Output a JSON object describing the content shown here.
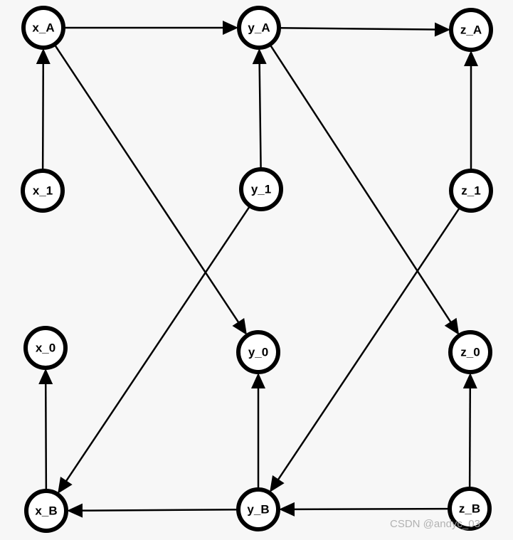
{
  "colors": {
    "background": "#f7f7f7",
    "stroke": "#000000",
    "node_fill": "#ffffff"
  },
  "nodes": [
    {
      "id": "x_A",
      "label": "x_A"
    },
    {
      "id": "y_A",
      "label": "y_A"
    },
    {
      "id": "z_A",
      "label": "z_A"
    },
    {
      "id": "x_1",
      "label": "x_1"
    },
    {
      "id": "y_1",
      "label": "y_1"
    },
    {
      "id": "z_1",
      "label": "z_1"
    },
    {
      "id": "x_0",
      "label": "x_0"
    },
    {
      "id": "y_0",
      "label": "y_0"
    },
    {
      "id": "z_0",
      "label": "z_0"
    },
    {
      "id": "x_B",
      "label": "x_B"
    },
    {
      "id": "y_B",
      "label": "y_B"
    },
    {
      "id": "z_B",
      "label": "z_B"
    }
  ],
  "edges": [
    {
      "from": "x_A",
      "to": "y_A"
    },
    {
      "from": "y_A",
      "to": "z_A"
    },
    {
      "from": "x_1",
      "to": "x_A"
    },
    {
      "from": "y_1",
      "to": "y_A"
    },
    {
      "from": "z_1",
      "to": "z_A"
    },
    {
      "from": "x_A",
      "to": "y_0"
    },
    {
      "from": "y_A",
      "to": "z_0"
    },
    {
      "from": "y_1",
      "to": "x_B"
    },
    {
      "from": "z_1",
      "to": "y_B"
    },
    {
      "from": "x_B",
      "to": "x_0"
    },
    {
      "from": "y_B",
      "to": "y_0"
    },
    {
      "from": "z_B",
      "to": "z_0"
    },
    {
      "from": "y_B",
      "to": "x_B"
    },
    {
      "from": "z_B",
      "to": "y_B"
    }
  ],
  "watermark": "CSDN @andyc_03"
}
